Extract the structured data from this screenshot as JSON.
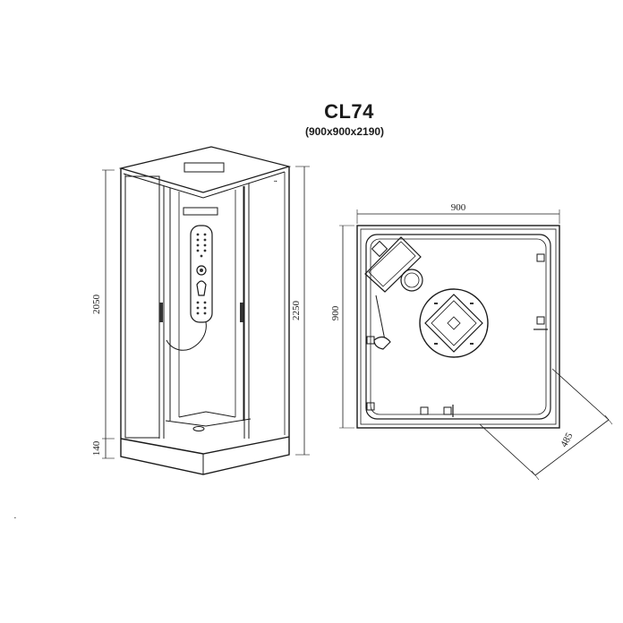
{
  "header": {
    "model": "CL74",
    "dimensions": "(900x900x2190)"
  },
  "front_view": {
    "dim_2050": "2050",
    "dim_2250": "2250",
    "dim_140": "140"
  },
  "plan_view": {
    "dim_width": "900",
    "dim_depth": "900",
    "dim_diagonal": "485"
  }
}
